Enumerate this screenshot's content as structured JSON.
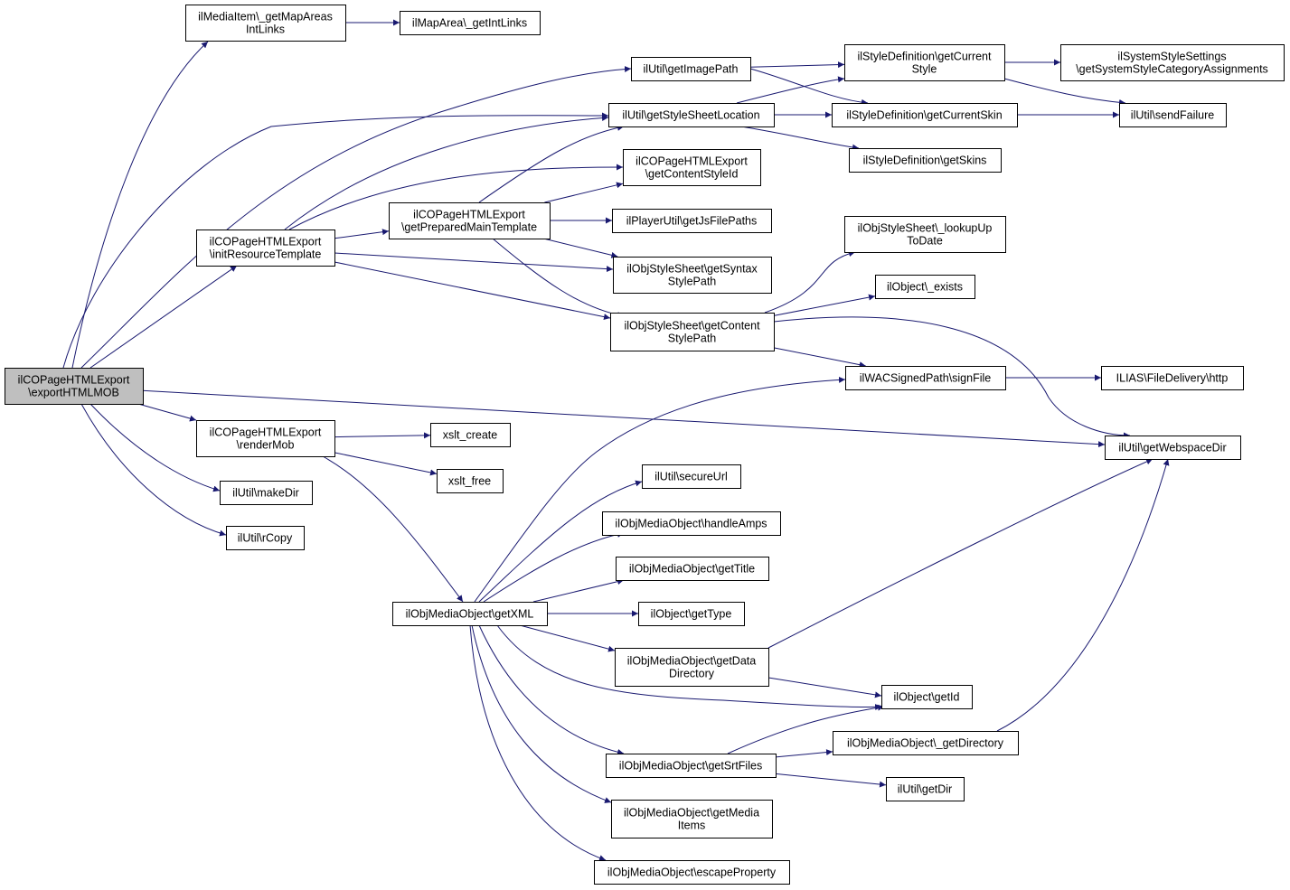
{
  "colors": {
    "edge": "#191970",
    "node_fill": "#ffffff",
    "root_fill": "#bfbfbf",
    "node_border": "#000000"
  },
  "nodes": [
    {
      "id": "exportHTMLMOB",
      "lines": [
        "ilCOPageHTMLExport",
        "\\exportHTMLMOB"
      ]
    },
    {
      "id": "getMapAreasIntLinks",
      "lines": [
        "ilMediaItem\\_getMapAreas",
        "IntLinks"
      ]
    },
    {
      "id": "getIntLinks",
      "lines": [
        "ilMapArea\\_getIntLinks"
      ]
    },
    {
      "id": "getImagePath",
      "lines": [
        "ilUtil\\getImagePath"
      ]
    },
    {
      "id": "getCurrentStyle",
      "lines": [
        "ilStyleDefinition\\getCurrent",
        "Style"
      ]
    },
    {
      "id": "getSystemStyleCategoryAssignments",
      "lines": [
        "ilSystemStyleSettings",
        "\\getSystemStyleCategoryAssignments"
      ]
    },
    {
      "id": "getStyleSheetLocation",
      "lines": [
        "ilUtil\\getStyleSheetLocation"
      ]
    },
    {
      "id": "getCurrentSkin",
      "lines": [
        "ilStyleDefinition\\getCurrentSkin"
      ]
    },
    {
      "id": "sendFailure",
      "lines": [
        "ilUtil\\sendFailure"
      ]
    },
    {
      "id": "getSkins",
      "lines": [
        "ilStyleDefinition\\getSkins"
      ]
    },
    {
      "id": "getContentStyleId",
      "lines": [
        "ilCOPageHTMLExport",
        "\\getContentStyleId"
      ]
    },
    {
      "id": "getPreparedMainTemplate",
      "lines": [
        "ilCOPageHTMLExport",
        "\\getPreparedMainTemplate"
      ]
    },
    {
      "id": "initResourceTemplate",
      "lines": [
        "ilCOPageHTMLExport",
        "\\initResourceTemplate"
      ]
    },
    {
      "id": "getJsFilePaths",
      "lines": [
        "ilPlayerUtil\\getJsFilePaths"
      ]
    },
    {
      "id": "lookupUpToDate",
      "lines": [
        "ilObjStyleSheet\\_lookupUp",
        "ToDate"
      ]
    },
    {
      "id": "getSyntaxStylePath",
      "lines": [
        "ilObjStyleSheet\\getSyntax",
        "StylePath"
      ]
    },
    {
      "id": "exists",
      "lines": [
        "ilObject\\_exists"
      ]
    },
    {
      "id": "getContentStylePath",
      "lines": [
        "ilObjStyleSheet\\getContent",
        "StylePath"
      ]
    },
    {
      "id": "signFile",
      "lines": [
        "ilWACSignedPath\\signFile"
      ]
    },
    {
      "id": "http",
      "lines": [
        "ILIAS\\FileDelivery\\http"
      ]
    },
    {
      "id": "renderMob",
      "lines": [
        "ilCOPageHTMLExport",
        "\\renderMob"
      ]
    },
    {
      "id": "xsltCreate",
      "lines": [
        "xslt_create"
      ]
    },
    {
      "id": "getWebspaceDir",
      "lines": [
        "ilUtil\\getWebspaceDir"
      ]
    },
    {
      "id": "xsltFree",
      "lines": [
        "xslt_free"
      ]
    },
    {
      "id": "secureUrl",
      "lines": [
        "ilUtil\\secureUrl"
      ]
    },
    {
      "id": "makeDir",
      "lines": [
        "ilUtil\\makeDir"
      ]
    },
    {
      "id": "handleAmps",
      "lines": [
        "ilObjMediaObject\\handleAmps"
      ]
    },
    {
      "id": "rCopy",
      "lines": [
        "ilUtil\\rCopy"
      ]
    },
    {
      "id": "getTitle",
      "lines": [
        "ilObjMediaObject\\getTitle"
      ]
    },
    {
      "id": "getXML",
      "lines": [
        "ilObjMediaObject\\getXML"
      ]
    },
    {
      "id": "getType",
      "lines": [
        "ilObject\\getType"
      ]
    },
    {
      "id": "getDataDirectory",
      "lines": [
        "ilObjMediaObject\\getData",
        "Directory"
      ]
    },
    {
      "id": "getId",
      "lines": [
        "ilObject\\getId"
      ]
    },
    {
      "id": "getDirectory",
      "lines": [
        "ilObjMediaObject\\_getDirectory"
      ]
    },
    {
      "id": "getSrtFiles",
      "lines": [
        "ilObjMediaObject\\getSrtFiles"
      ]
    },
    {
      "id": "getDir",
      "lines": [
        "ilUtil\\getDir"
      ]
    },
    {
      "id": "getMediaItems",
      "lines": [
        "ilObjMediaObject\\getMedia",
        "Items"
      ]
    },
    {
      "id": "escapeProperty",
      "lines": [
        "ilObjMediaObject\\escapeProperty"
      ]
    }
  ],
  "edges": [
    [
      "exportHTMLMOB",
      "getMapAreasIntLinks"
    ],
    [
      "exportHTMLMOB",
      "getImagePath"
    ],
    [
      "exportHTMLMOB",
      "getStyleSheetLocation"
    ],
    [
      "exportHTMLMOB",
      "initResourceTemplate"
    ],
    [
      "exportHTMLMOB",
      "renderMob"
    ],
    [
      "exportHTMLMOB",
      "getWebspaceDir"
    ],
    [
      "exportHTMLMOB",
      "makeDir"
    ],
    [
      "exportHTMLMOB",
      "rCopy"
    ],
    [
      "getMapAreasIntLinks",
      "getIntLinks"
    ],
    [
      "getImagePath",
      "getCurrentStyle"
    ],
    [
      "getImagePath",
      "getCurrentSkin"
    ],
    [
      "getCurrentStyle",
      "getSystemStyleCategoryAssignments"
    ],
    [
      "getCurrentStyle",
      "sendFailure"
    ],
    [
      "getStyleSheetLocation",
      "getCurrentStyle"
    ],
    [
      "getStyleSheetLocation",
      "getCurrentSkin"
    ],
    [
      "getStyleSheetLocation",
      "getSkins"
    ],
    [
      "getCurrentSkin",
      "sendFailure"
    ],
    [
      "initResourceTemplate",
      "getStyleSheetLocation"
    ],
    [
      "initResourceTemplate",
      "getContentStyleId"
    ],
    [
      "initResourceTemplate",
      "getPreparedMainTemplate"
    ],
    [
      "initResourceTemplate",
      "getSyntaxStylePath"
    ],
    [
      "initResourceTemplate",
      "getContentStylePath"
    ],
    [
      "getPreparedMainTemplate",
      "getStyleSheetLocation"
    ],
    [
      "getPreparedMainTemplate",
      "getContentStyleId"
    ],
    [
      "getPreparedMainTemplate",
      "getJsFilePaths"
    ],
    [
      "getPreparedMainTemplate",
      "getSyntaxStylePath"
    ],
    [
      "getPreparedMainTemplate",
      "getContentStylePath"
    ],
    [
      "getContentStylePath",
      "lookupUpToDate"
    ],
    [
      "getContentStylePath",
      "exists"
    ],
    [
      "getContentStylePath",
      "signFile"
    ],
    [
      "getContentStylePath",
      "getWebspaceDir"
    ],
    [
      "signFile",
      "http"
    ],
    [
      "renderMob",
      "xsltCreate"
    ],
    [
      "renderMob",
      "xsltFree"
    ],
    [
      "renderMob",
      "getXML"
    ],
    [
      "getXML",
      "signFile"
    ],
    [
      "getXML",
      "secureUrl"
    ],
    [
      "getXML",
      "handleAmps"
    ],
    [
      "getXML",
      "getTitle"
    ],
    [
      "getXML",
      "getType"
    ],
    [
      "getXML",
      "getDataDirectory"
    ],
    [
      "getXML",
      "getId"
    ],
    [
      "getXML",
      "getSrtFiles"
    ],
    [
      "getXML",
      "getMediaItems"
    ],
    [
      "getXML",
      "escapeProperty"
    ],
    [
      "getDataDirectory",
      "getWebspaceDir"
    ],
    [
      "getDataDirectory",
      "getId"
    ],
    [
      "getSrtFiles",
      "getId"
    ],
    [
      "getSrtFiles",
      "getDirectory"
    ],
    [
      "getSrtFiles",
      "getDir"
    ],
    [
      "getDirectory",
      "getWebspaceDir"
    ]
  ]
}
